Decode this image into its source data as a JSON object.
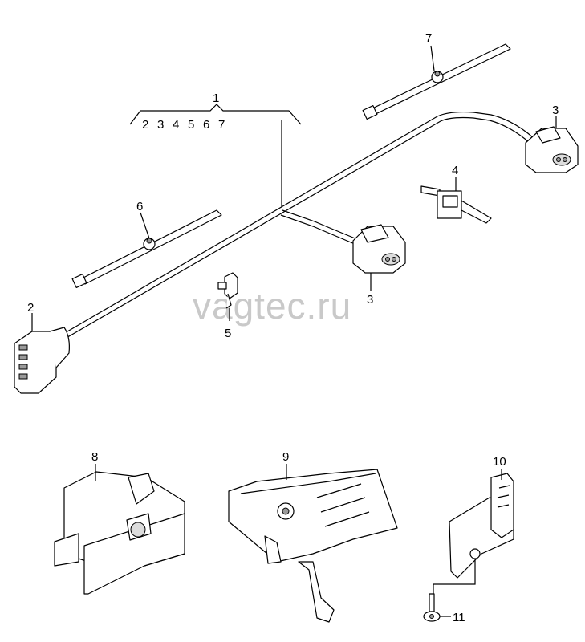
{
  "watermark": "vagtec.ru",
  "callouts": {
    "c1": "1",
    "c1_sub": [
      "2",
      "3",
      "4",
      "5",
      "6",
      "7"
    ],
    "c2": "2",
    "c3a": "3",
    "c3b": "3",
    "c4": "4",
    "c5": "5",
    "c6": "6",
    "c7": "7",
    "c8": "8",
    "c9": "9",
    "c10": "10",
    "c11": "11"
  }
}
